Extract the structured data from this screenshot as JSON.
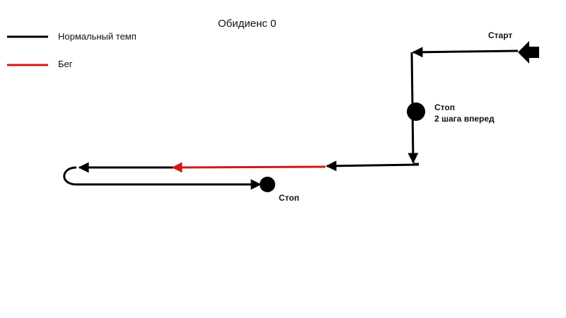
{
  "title": "Обидиенс 0",
  "legend": {
    "items": [
      {
        "label": "Нормальный темп",
        "color": "#000000"
      },
      {
        "label": "Бег",
        "color": "#d0191b"
      }
    ]
  },
  "labels": {
    "start": "Старт",
    "stop1_line1": "Стоп",
    "stop1_line2": "2 шага вперед",
    "stop2": "Стоп"
  },
  "colors": {
    "normal": "#000000",
    "run": "#d0191b"
  }
}
